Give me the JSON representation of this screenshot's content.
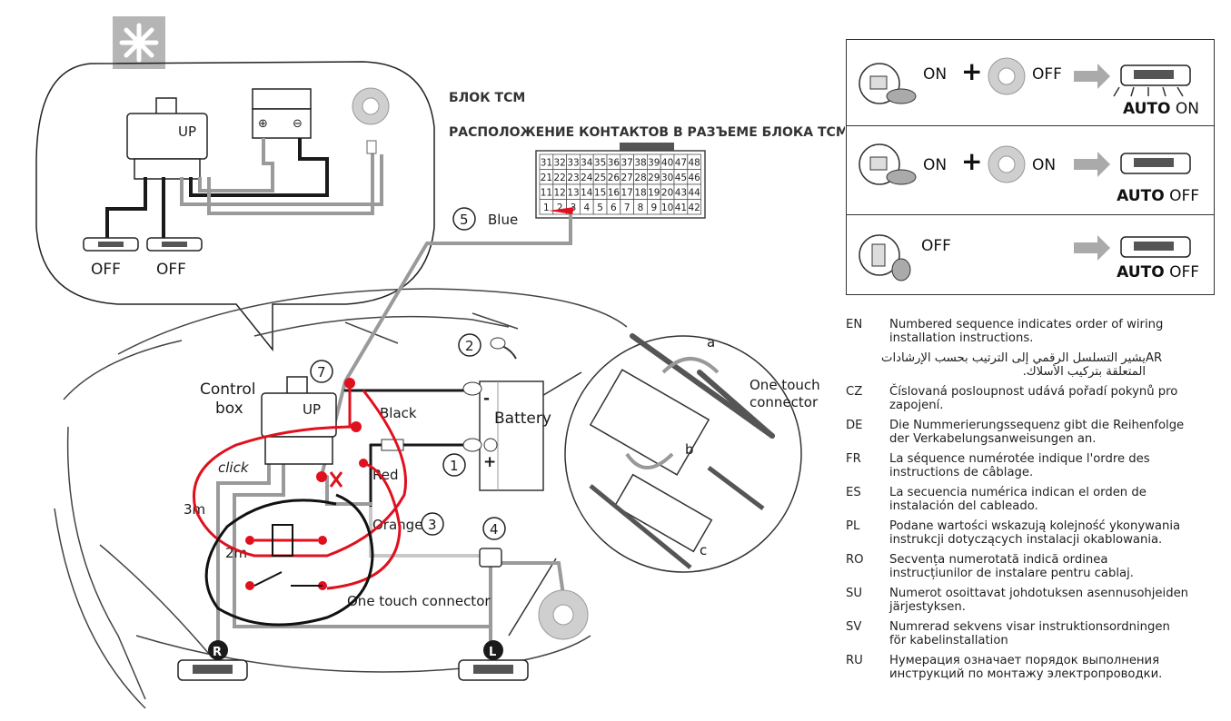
{
  "tcm": {
    "title": "БЛОК TCM",
    "subtitle": "РАСПОЛОЖЕНИЕ КОНТАКТОВ В РАЗЪЕМЕ БЛОКА TCM",
    "pins": [
      [
        "31",
        "32",
        "33",
        "34",
        "35",
        "36",
        "37",
        "38",
        "39",
        "40",
        "47",
        "48"
      ],
      [
        "21",
        "22",
        "23",
        "24",
        "25",
        "26",
        "27",
        "28",
        "29",
        "30",
        "45",
        "46"
      ],
      [
        "11",
        "12",
        "13",
        "14",
        "15",
        "16",
        "17",
        "18",
        "19",
        "20",
        "43",
        "44"
      ],
      [
        "1",
        "2",
        "3",
        "4",
        "5",
        "6",
        "7",
        "8",
        "9",
        "10",
        "41",
        "42"
      ]
    ]
  },
  "inset": {
    "off_left": "OFF",
    "off_right": "OFF",
    "up_label": "UP"
  },
  "labels": {
    "step5": "5",
    "blue": "Blue",
    "step2": "2",
    "step7": "7",
    "step1": "1",
    "step3": "3",
    "step4": "4",
    "control_box": "Control",
    "control_box2": "box",
    "up": "UP",
    "black": "Black",
    "battery": "Battery",
    "red": "Red",
    "orange": "Orange",
    "click": "click",
    "three_m": "3m",
    "two_m": "2m",
    "one_touch_bottom": "One touch connector",
    "one_touch_right1": "One touch",
    "one_touch_right2": "connector",
    "minus": "-",
    "plus": "+",
    "a": "a",
    "b": "b",
    "c": "c",
    "R": "R",
    "L": "L"
  },
  "modes": [
    {
      "state1": "ON",
      "plus": "+",
      "state2": "OFF",
      "auto_bold": "AUTO",
      "auto_state": "ON"
    },
    {
      "state1": "ON",
      "plus": "+",
      "state2": "ON",
      "auto_bold": "AUTO",
      "auto_state": "OFF"
    },
    {
      "state1": "OFF",
      "auto_bold": "AUTO",
      "auto_state": "OFF"
    }
  ],
  "legend": [
    {
      "code": "EN",
      "text": "Numbered sequence indicates order of wiring installation instructions."
    },
    {
      "code": "AR",
      "text": "يشير التسلسل الرقمي إلى الترتيب بحسب الإرشادات المتعلقة بتركيب الأسلاك.",
      "rtl": true
    },
    {
      "code": "CZ",
      "text": "Číslovaná posloupnost udává pořadí pokynů pro zapojení."
    },
    {
      "code": "DE",
      "text": "Die Nummerierungssequenz gibt die Reihenfolge der Verkabelungsanweisungen an."
    },
    {
      "code": "FR",
      "text": "La séquence numérotée indique l'ordre des instructions de câblage."
    },
    {
      "code": "ES",
      "text": "La secuencia numérica indican el orden de instalación del cableado."
    },
    {
      "code": "PL",
      "text": "Podane wartości wskazują kolejność ykonywania instrukcji dotyczących instalacji okablowania."
    },
    {
      "code": "RO",
      "text": "Secvența numerotată indică ordinea instrucțiunilor de instalare pentru cablaj."
    },
    {
      "code": "SU",
      "text": "Numerot osoittavat johdotuksen asennusohjeiden järjestyksen."
    },
    {
      "code": "SV",
      "text": "Numrerad sekvens visar instruktionsordningen för kabelinstallation"
    },
    {
      "code": "RU",
      "text": "Нумерация означает порядок выполнения инструкций по монтажу электропроводки."
    }
  ],
  "colors": {
    "wire_gray": "#9a9a9a",
    "wire_black": "#1a1a1a",
    "annotation_red": "#e0101e",
    "logo_gray": "#b5b5b5"
  }
}
